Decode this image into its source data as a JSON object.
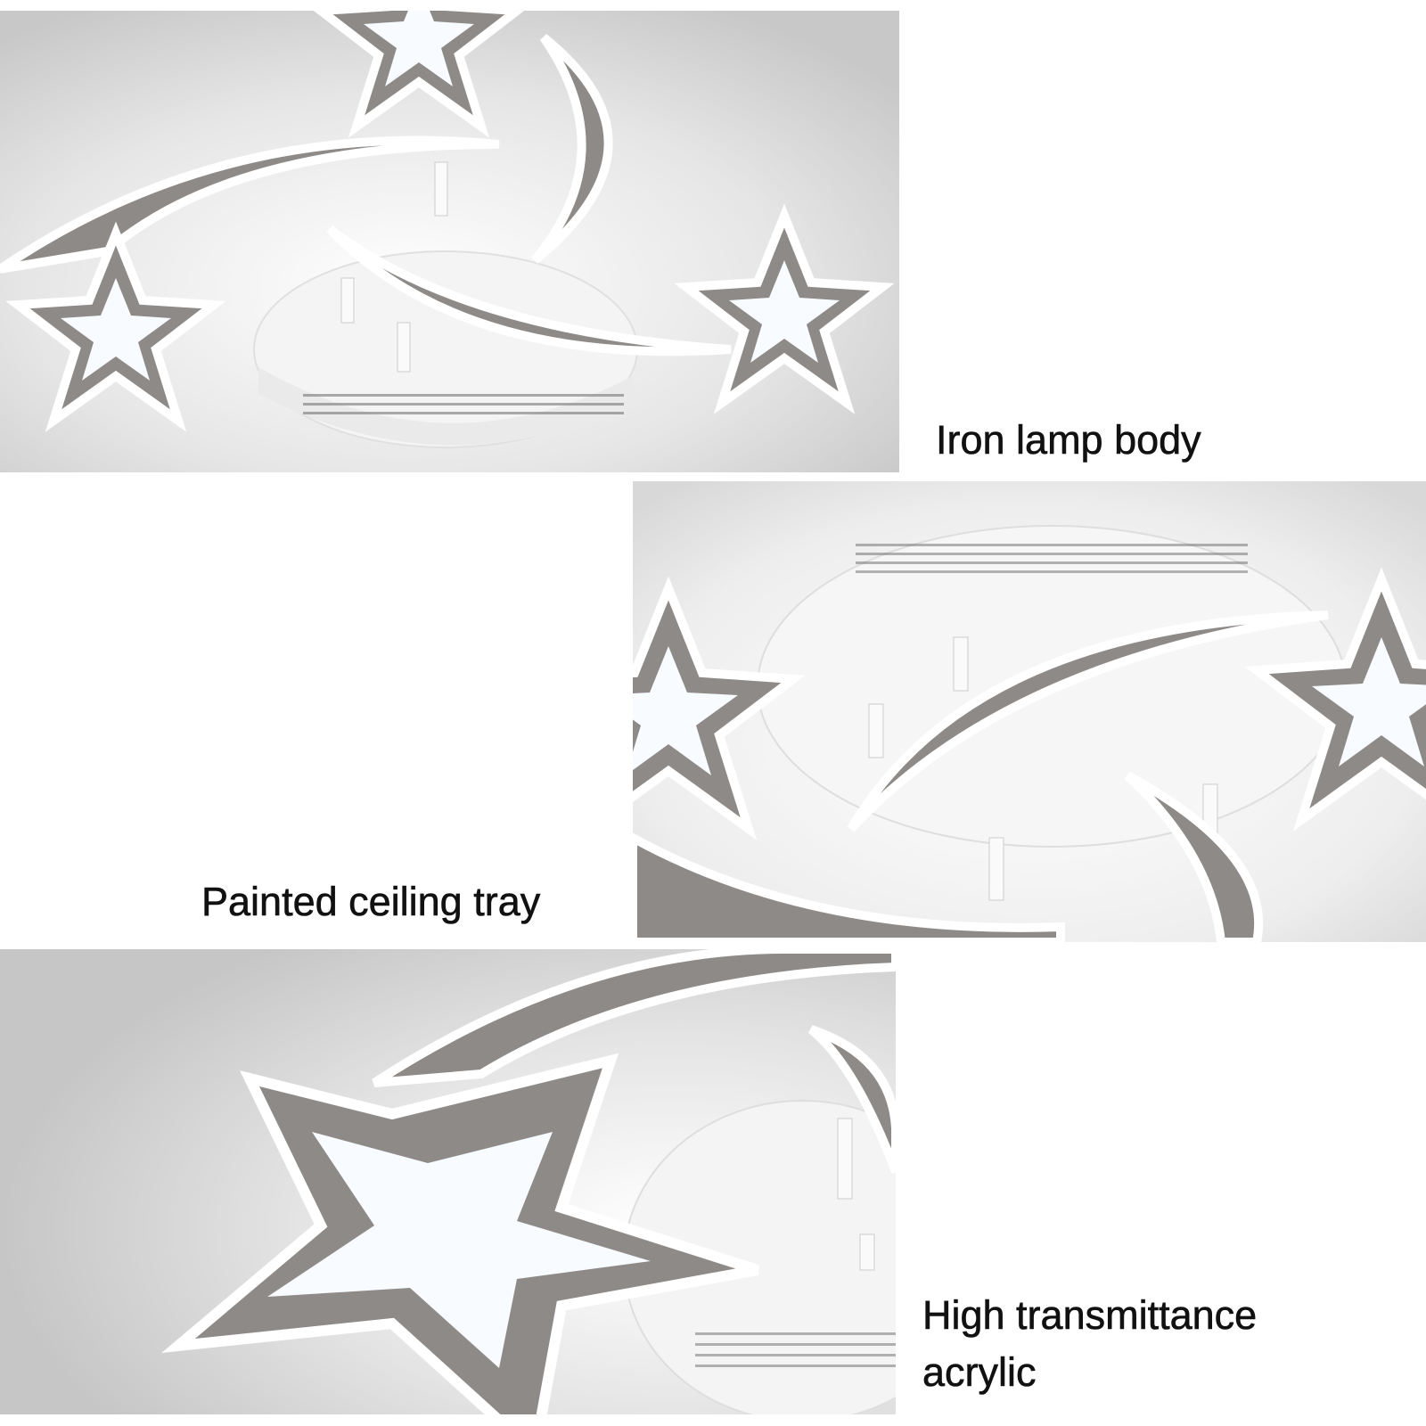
{
  "captions": {
    "iron_lamp_body": "Iron lamp body",
    "painted_ceiling_tray": "Painted ceiling tray",
    "high_transmittance_acrylic_line1": "High transmittance",
    "high_transmittance_acrylic_line2": "acrylic"
  },
  "colors": {
    "background": "#ffffff",
    "ceiling": "#d4d4d4",
    "acrylic_grey": "#8e8a88",
    "acrylic_glow": "#f8fbff",
    "caption_text": "#111111"
  },
  "icons": [
    "star-shape",
    "crescent-moon-shape"
  ]
}
